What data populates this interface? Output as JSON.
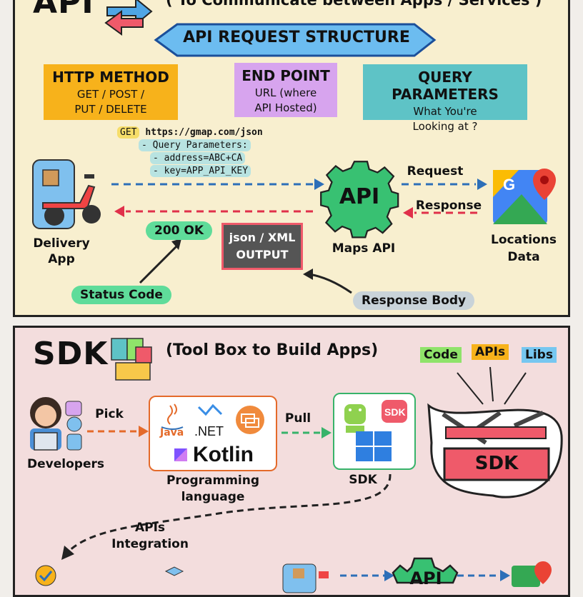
{
  "api": {
    "title": "API",
    "subtitle": "( To Communicate between Apps / Services )",
    "banner": "API REQUEST STRUCTURE",
    "boxes": [
      {
        "title": "HTTP METHOD",
        "desc1": "GET / POST /",
        "desc2": "PUT / DELETE",
        "color": "#f7b21b"
      },
      {
        "title": "END POINT",
        "desc1": "URL (where",
        "desc2": "API Hosted)",
        "color": "#d7a4ee"
      },
      {
        "title": "QUERY PARAMETERS",
        "desc1": "What You're",
        "desc2": "Looking at ?",
        "color": "#5ec3c6"
      }
    ],
    "request_line": {
      "method": "GET",
      "url": "https://gmap.com/json"
    },
    "query_lines": [
      "- Query Parameters:",
      "- address=ABC+CA",
      "- key=APP_API_KEY"
    ],
    "delivery_label": "Delivery\nApp",
    "api_badge": "API",
    "maps_label": "Maps API",
    "request_label": "Request",
    "response_label": "Response",
    "locations_label": "Locations\nData",
    "status_pill": "200 OK",
    "output_box": "json / XML\nOUTPUT",
    "status_code_label": "Status Code",
    "response_body_label": "Response Body",
    "colors": {
      "blue_arrow": "#2d6fb8",
      "red_arrow": "#e0304a",
      "green_pill": "#5fdc9a",
      "gear": "#38c172"
    }
  },
  "sdk": {
    "title": "SDK",
    "subtitle": "(Tool Box to Build Apps)",
    "tags": [
      {
        "text": "Code",
        "color": "#8fe36a"
      },
      {
        "text": "APIs",
        "color": "#f7b21b"
      },
      {
        "text": "Libs",
        "color": "#76c7f0"
      }
    ],
    "developers_label": "Developers",
    "pick_label": "Pick",
    "languages": [
      "Java",
      ".NET",
      "Kotlin"
    ],
    "language_caption": "Programming\nlanguage",
    "pull_label": "Pull",
    "sdk_label": "SDK",
    "toolbox_label": "SDK",
    "integration_label": "APIs\nIntegration",
    "api_badge": "API",
    "colors": {
      "orange_arrow": "#e46a2a",
      "green_arrow": "#37b36a",
      "toolbox": "#ef5a6a"
    }
  }
}
